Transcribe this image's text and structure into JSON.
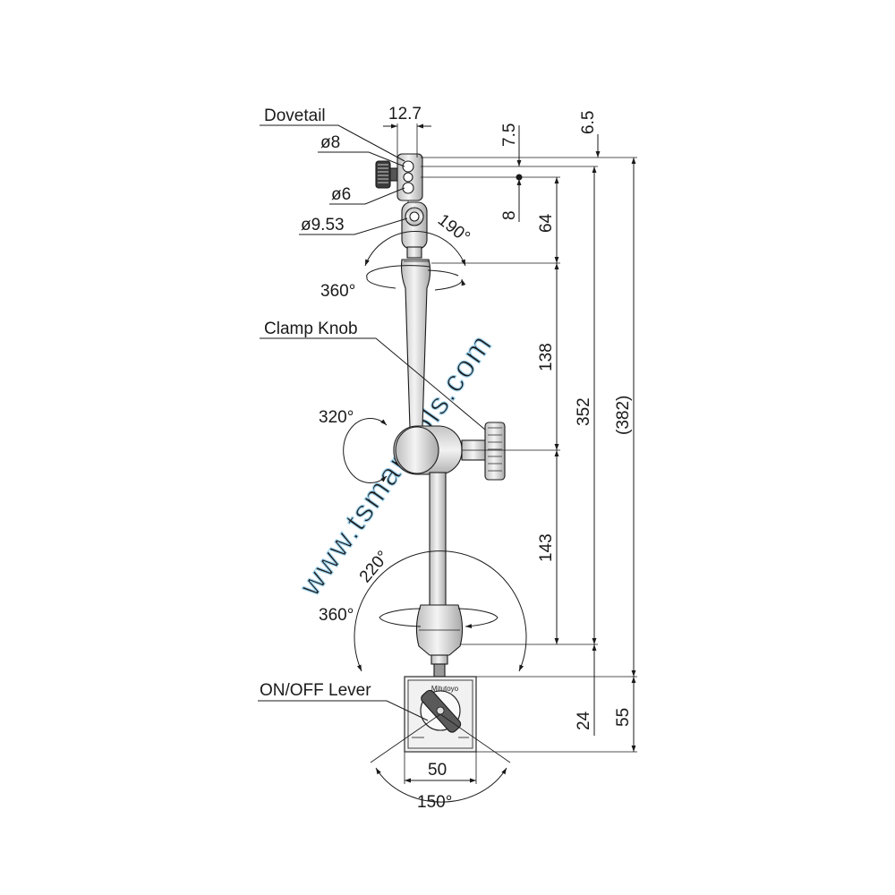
{
  "labels": {
    "dovetail": "Dovetail",
    "dia8": "ø8",
    "dia6": "ø6",
    "dia953": "ø9.53",
    "clamp_knob": "Clamp Knob",
    "on_off_lever": "ON/OFF Lever"
  },
  "dimensions": {
    "d12_7": "12.7",
    "d7_5": "7.5",
    "d6_5": "6.5",
    "d8": "8",
    "d64": "64",
    "d138": "138",
    "d143": "143",
    "d352": "352",
    "d382": "(382)",
    "d24": "24",
    "d55": "55",
    "d50": "50"
  },
  "angles": {
    "a190": "190°",
    "a360_top": "360°",
    "a320": "320°",
    "a220": "220°",
    "a360_bottom": "360°",
    "a150": "150°"
  },
  "base_marking": {
    "brand": "Mitutoyo"
  },
  "watermark": "www.tsmartools.com",
  "colors": {
    "line": "#1a1a1a",
    "part_fill": "#e6e6e6",
    "watermark": "#9fd3ee"
  }
}
